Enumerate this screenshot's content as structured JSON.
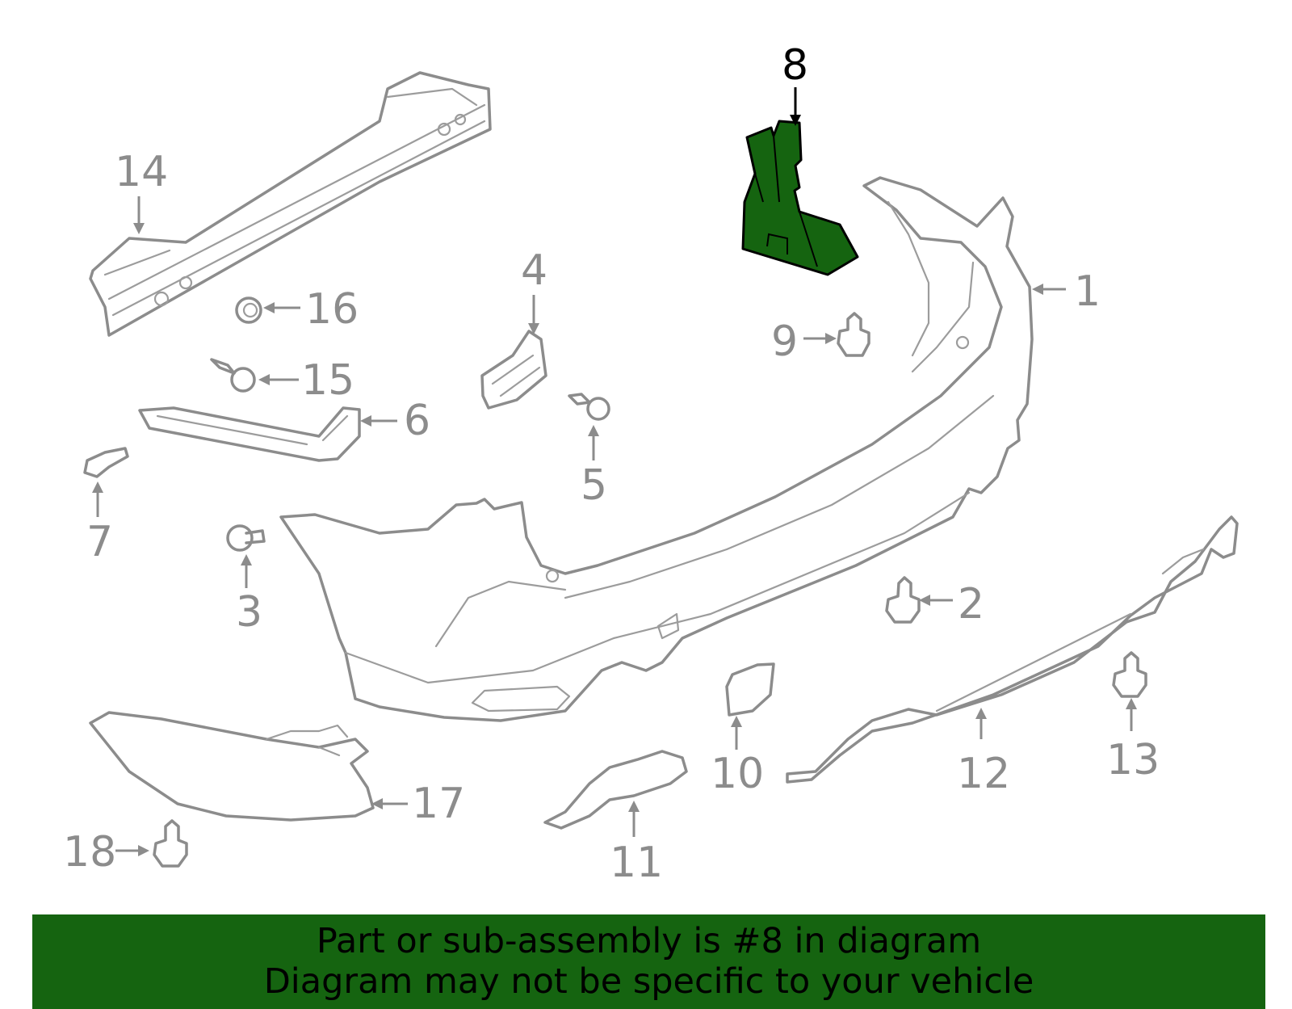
{
  "colors": {
    "highlight": "#156410",
    "banner_bg": "#156410",
    "part_stroke": "#8c8c8c"
  },
  "highlighted_part": "8",
  "callouts": [
    {
      "number": "1",
      "id": "c1"
    },
    {
      "number": "2",
      "id": "c2"
    },
    {
      "number": "3",
      "id": "c3"
    },
    {
      "number": "4",
      "id": "c4"
    },
    {
      "number": "5",
      "id": "c5"
    },
    {
      "number": "6",
      "id": "c6"
    },
    {
      "number": "7",
      "id": "c7"
    },
    {
      "number": "8",
      "id": "c8"
    },
    {
      "number": "9",
      "id": "c9"
    },
    {
      "number": "10",
      "id": "c10"
    },
    {
      "number": "11",
      "id": "c11"
    },
    {
      "number": "12",
      "id": "c12"
    },
    {
      "number": "13",
      "id": "c13"
    },
    {
      "number": "14",
      "id": "c14"
    },
    {
      "number": "15",
      "id": "c15"
    },
    {
      "number": "16",
      "id": "c16"
    },
    {
      "number": "17",
      "id": "c17"
    },
    {
      "number": "18",
      "id": "c18"
    }
  ],
  "banner": {
    "line1": "Part or sub-assembly is #8 in diagram",
    "line2": "Diagram may not be specific to your vehicle"
  }
}
